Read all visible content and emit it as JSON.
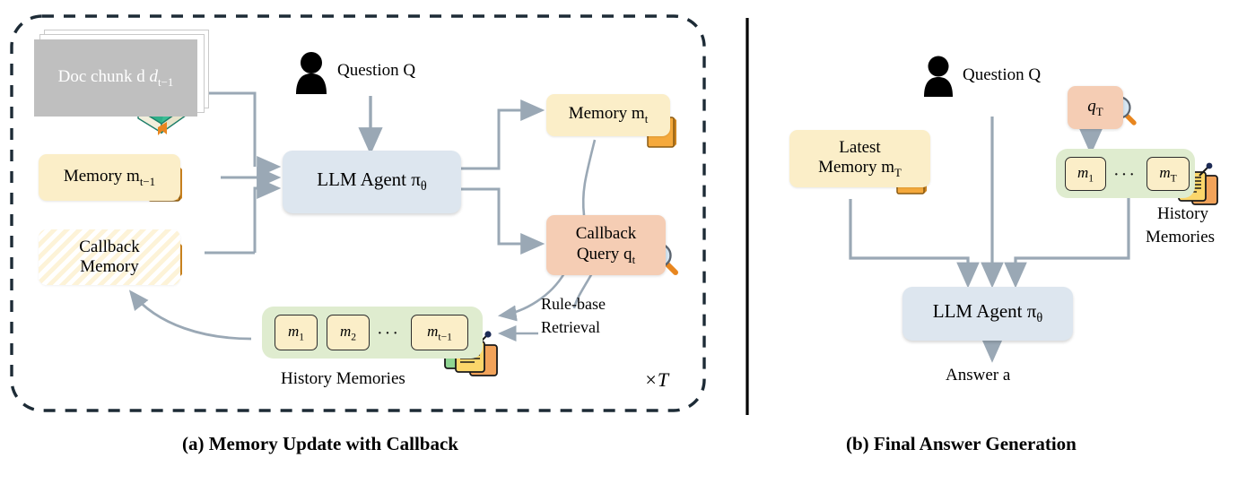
{
  "figure": {
    "panels": [
      {
        "id": "a",
        "caption": "(a) Memory Update with Callback",
        "loop_label": "×T",
        "nodes": {
          "doc_chunk": "Doc chunk d",
          "doc_chunk_sub": "t−1",
          "memory_prev": "Memory m",
          "memory_prev_sub": "t−1",
          "callback_memory_l1": "Callback",
          "callback_memory_l2": "Memory",
          "question": "Question Q",
          "agent": "LLM Agent π",
          "agent_sub": "θ",
          "memory_t": "Memory m",
          "memory_t_sub": "t",
          "callback_query_l1": "Callback",
          "callback_query_l2": "Query q",
          "callback_query_sub": "t",
          "retrieval_l1": "Rule-base",
          "retrieval_l2": "Retrieval",
          "history_label": "History Memories"
        },
        "history_cells": [
          "m₁",
          "m₂",
          "···",
          "m_{t−1}"
        ],
        "history_cells_text": [
          {
            "base": "m",
            "sub": "1"
          },
          {
            "base": "m",
            "sub": "2"
          },
          {
            "base": "···",
            "sub": ""
          },
          {
            "base": "m",
            "sub": "t−1"
          }
        ]
      },
      {
        "id": "b",
        "caption": "(b) Final Answer Generation",
        "nodes": {
          "question": "Question Q",
          "latest_memory_l1": "Latest",
          "latest_memory_l2": "Memory m",
          "latest_memory_sub": "T",
          "query": "q",
          "query_sub": "T",
          "agent": "LLM Agent π",
          "agent_sub": "θ",
          "answer": "Answer a",
          "history_l1": "History",
          "history_l2": "Memories"
        },
        "history_cells_text": [
          {
            "base": "m",
            "sub": "1"
          },
          {
            "base": "···",
            "sub": ""
          },
          {
            "base": "m",
            "sub": "T"
          }
        ]
      }
    ],
    "colors": {
      "memory_fill": "#fbeec8",
      "agent_fill": "#dde6ef",
      "query_fill": "#f5cdb4",
      "history_band_fill": "#dfeccf",
      "doc_chunk_fill": "#bfbfbf",
      "arrow_gray": "#9aa8b5",
      "dashed_border": "#1d2b36",
      "divider": "#000000"
    },
    "icons": {
      "person": "person-icon",
      "book": "book-icon",
      "sticky_note": "sticky-note-icon",
      "magnifier": "magnifier-icon",
      "notes_stack": "notes-stack-icon"
    }
  }
}
